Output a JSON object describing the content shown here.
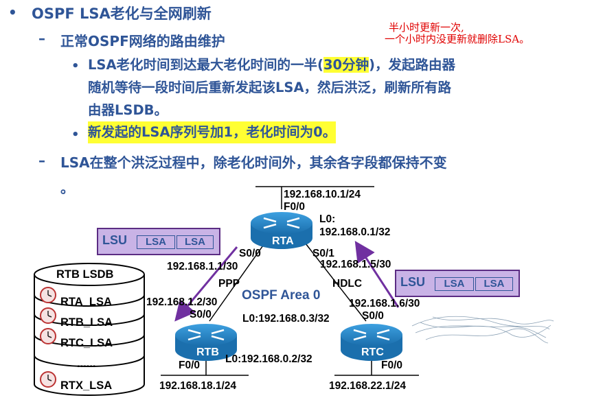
{
  "slide": {
    "bullet1": "OSPF LSA老化与全网刷新",
    "bullet2": "正常OSPF网络的路由维护",
    "b3_line1_a": "LSA老化时间到达最大老化时间的一半(",
    "b3_line1_hl": "30分钟",
    "b3_line1_b": ")，发起路由器",
    "b3_line2": "随机等待一段时间后重新发起该LSA，然后洪泛，刷新所有路",
    "b3_line3": "由器LSDB。",
    "b4": "新发起的LSA序列号加1，老化时间为0。",
    "b5_line1": "LSA在整个洪泛过程中，除老化时间外，其余各字段都保持不变",
    "b5_line2": "。",
    "note_line1": "半小时更新一次,",
    "note_line2": "一个小时内没更新就删除LSA。"
  },
  "diagram": {
    "rta_name": "RTA",
    "rtb_name": "RTB",
    "rtc_name": "RTC",
    "rta_lan": "192.168.10.1/24",
    "rta_f00": "F0/0",
    "rta_l0_a": "L0:",
    "rta_l0_b": "192.168.0.1/32",
    "rta_s00": "S0/0",
    "rta_s00_ip": "192.168.1.1/30",
    "rta_s01": "S0/1",
    "rta_s01_ip": "192.168.1.5/30",
    "ppp": "PPP",
    "hdlc": "HDLC",
    "area": "OSPF Area 0",
    "rtb_s00_ip": "192.168.1.2/30",
    "rtb_s00": "S0/0",
    "rtc_s00_ip": "192.168.1.6/30",
    "rtc_s00": "S0/0",
    "rtc_l0": "L0:192.168.0.3/32",
    "rtb_l0": "L0:192.168.0.2/32",
    "rtb_f00": "F0/0",
    "rtc_f00": "F0/0",
    "rtb_lan": "192.168.18.1/24",
    "rtc_lan": "192.168.22.1/24",
    "lsu_left": {
      "title": "LSU",
      "box1": "LSA",
      "box2": "LSA"
    },
    "lsu_right": {
      "title": "LSU",
      "box1": "LSA",
      "box2": "LSA"
    },
    "lsdb": {
      "title": "RTB LSDB",
      "items": [
        "RTA_LSA",
        "RTB_LSA",
        "RTC_LSA",
        "......",
        "RTX_LSA"
      ]
    }
  },
  "colors": {
    "text_blue": "#2f5597",
    "highlight": "#ffff33",
    "note_red": "#e00000",
    "arrow_purple": "#7030a0",
    "router_blue": "#2e8fd1"
  }
}
